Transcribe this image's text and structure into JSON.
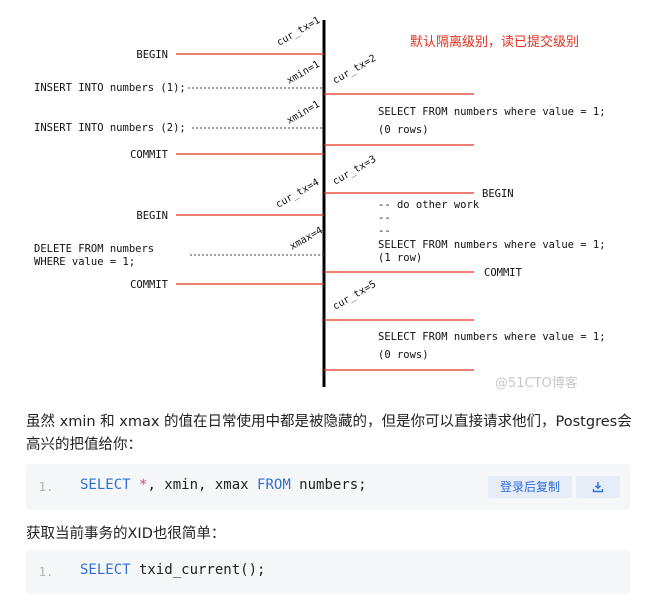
{
  "diagram": {
    "note": "默认隔离级别，读已提交级别",
    "watermark": "@51CTO博客",
    "left_labels": {
      "begin1": "BEGIN",
      "insert1": "INSERT INTO numbers (1);",
      "insert2": "INSERT INTO numbers (2);",
      "commit1": "COMMIT",
      "begin2": "BEGIN",
      "delete1": "DELETE FROM numbers",
      "delete2": "WHERE value = 1;",
      "commit2": "COMMIT"
    },
    "left_tags": {
      "tx1": "cur_tx=1",
      "xmin1a": "xmin=1",
      "xmin1b": "xmin=1",
      "tx4": "cur_tx=4",
      "xmax4": "xmax=4"
    },
    "right_tags": {
      "tx2": "cur_tx=2",
      "tx3": "cur_tx=3",
      "tx5": "cur_tx=5"
    },
    "right_labels": {
      "select1": "SELECT FROM numbers where value = 1;",
      "rows0a": "(0 rows)",
      "begin3": "BEGIN",
      "other": "-- do other work",
      "dash1": "--",
      "dash2": "--",
      "select2": "SELECT FROM numbers where value = 1;",
      "rows1": "(1 row)",
      "commit3": "COMMIT",
      "select3": "SELECT FROM numbers where value = 1;",
      "rows0b": "(0 rows)"
    }
  },
  "para1": "虽然 xmin 和 xmax 的值在日常使用中都是被隐藏的，但是你可以直接请求他们，Postgres会高兴的把值给你：",
  "code1": {
    "line_no": "1.",
    "kw1": "SELECT",
    "star": "*",
    "mid": ", xmin, xmax ",
    "kw2": "FROM",
    "rest": " numbers;",
    "copy_label": "登录后复制"
  },
  "para2": "获取当前事务的XID也很简单：",
  "code2": {
    "line_no": "1.",
    "kw1": "SELECT",
    "rest": " txid_current();"
  },
  "colors": {
    "red_line": "#e0301e",
    "keyword": "#2f6fd6"
  }
}
